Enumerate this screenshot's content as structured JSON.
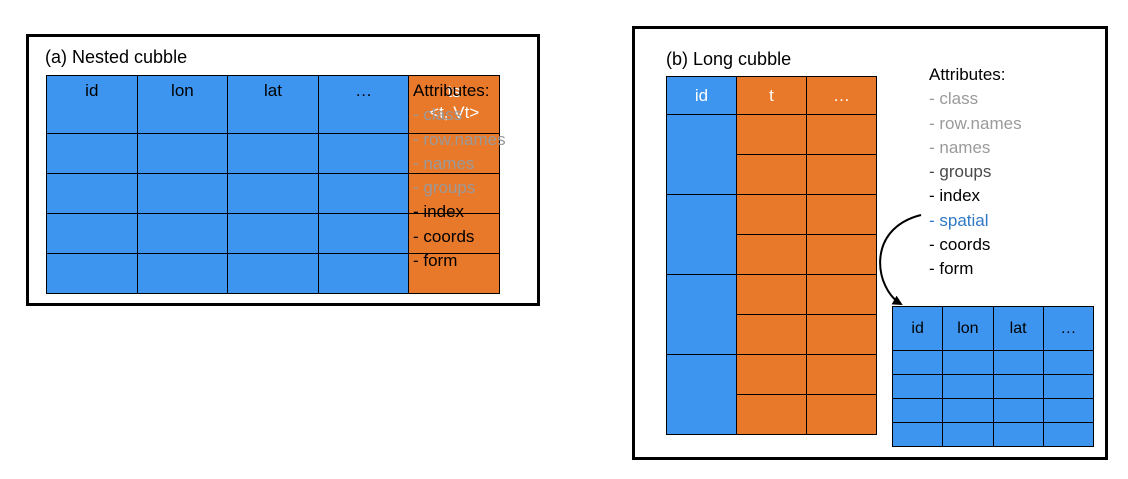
{
  "panel_a": {
    "title": "(a) Nested cubble",
    "headers": [
      "id",
      "lon",
      "lat",
      "…"
    ],
    "ts_header_line1": "ts",
    "ts_header_line2": "<t, Vt>",
    "attributes_title": "Attributes:",
    "attributes": [
      {
        "label": "- class",
        "color": "#9a9a9a"
      },
      {
        "label": "- row.names",
        "color": "#9a9a9a"
      },
      {
        "label": "- names",
        "color": "#9a9a9a"
      },
      {
        "label": "- groups",
        "color": "#9a9a9a"
      },
      {
        "label": "- index",
        "color": "#000000"
      },
      {
        "label": "- coords",
        "color": "#000000"
      },
      {
        "label": "- form",
        "color": "#000000"
      }
    ]
  },
  "panel_b": {
    "title": "(b) Long cubble",
    "headers": [
      "id",
      "t",
      "…"
    ],
    "attributes_title": "Attributes:",
    "attributes": [
      {
        "label": "- class",
        "color": "#9a9a9a"
      },
      {
        "label": "- row.names",
        "color": "#9a9a9a"
      },
      {
        "label": "- names",
        "color": "#9a9a9a"
      },
      {
        "label": "- groups",
        "color": "#4a4a4a"
      },
      {
        "label": "- index",
        "color": "#000000"
      },
      {
        "label": "- spatial",
        "color": "#2f78c4"
      },
      {
        "label": "- coords",
        "color": "#000000"
      },
      {
        "label": "- form",
        "color": "#000000"
      }
    ],
    "spatial_headers": [
      "id",
      "lon",
      "lat",
      "…"
    ]
  },
  "colors": {
    "blue": "#3d95f0",
    "orange": "#e8782a"
  }
}
